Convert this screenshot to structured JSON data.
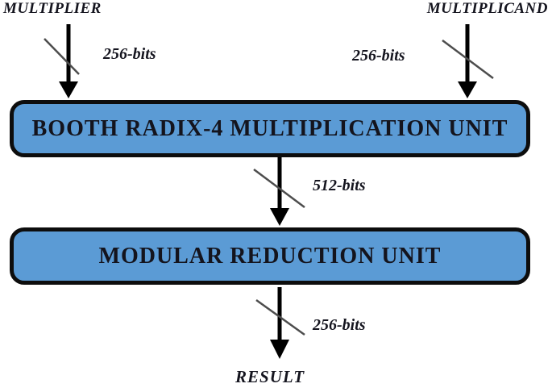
{
  "diagram": {
    "inputs": [
      {
        "label": "MULTIPLIER",
        "bus": "256-bits"
      },
      {
        "label": "MULTIPLICAND",
        "bus": "256-bits"
      }
    ],
    "blocks": [
      {
        "label": "BOOTH RADIX-4 MULTIPLICATION UNIT"
      },
      {
        "label": "MODULAR REDUCTION UNIT"
      }
    ],
    "product_bus": "512-bits",
    "result_bus": "256-bits",
    "output_label": "RESULT",
    "colors": {
      "block_fill": "#5b9bd5",
      "block_border": "#0d0d0d",
      "text": "#15151f",
      "arrow": "#000000",
      "slash": "#4d4d4d"
    }
  }
}
